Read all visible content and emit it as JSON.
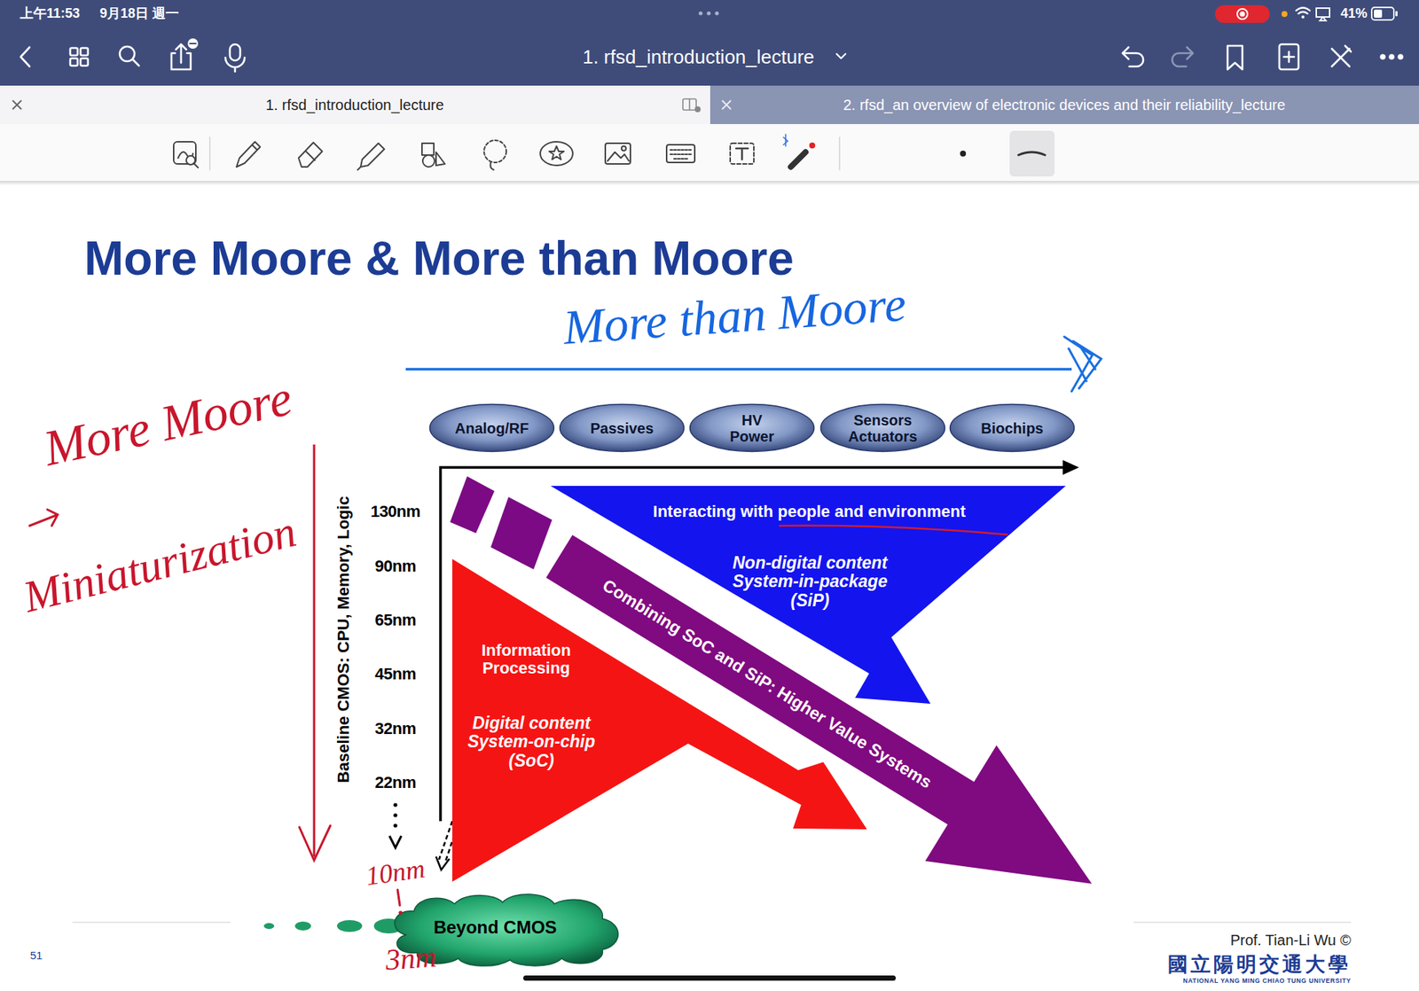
{
  "diagram": {
    "title": "More Moore & More than Moore",
    "nodes": [
      {
        "text": [
          "1. rfsd_introduction_lecture"
        ]
      },
      {
        "text": [
          "2. rfsd_an overview of electronic devices and their reliability_lecture"
        ]
      },
      {
        "text": [
          "Analog/RF"
        ]
      },
      {
        "text": [
          "Passives"
        ]
      },
      {
        "text": [
          "HV Power"
        ]
      },
      {
        "text": [
          "Sensors Actuators"
        ]
      },
      {
        "text": [
          "Biochips"
        ]
      },
      {
        "text": [
          "Interacting with people and environment",
          "Non-digital content System-in-package (SiP)"
        ]
      },
      {
        "text": [
          "Combining SoC and SiP: Higher Value Systems"
        ]
      },
      {
        "text": [
          "Information Processing",
          "Digital content System-on-chip (SoC)"
        ]
      },
      {
        "text": [
          "Beyond CMOS"
        ]
      }
    ],
    "labels": [
      "上午11:53",
      "9月18日 週一",
      "41%",
      "1. rfsd_introduction_lecture",
      "More than Moore",
      "More Moore",
      "Miniaturization",
      "Baseline CMOS: CPU, Memory, Logic",
      "130nm",
      "90nm",
      "65nm",
      "45nm",
      "32nm",
      "22nm",
      "10nm",
      "3nm",
      "51",
      "Prof. Tian-Li Wu ©",
      "國立陽明交通大學",
      "NATIONAL YANG MING CHIAO TUNG UNIVERSITY"
    ]
  }
}
